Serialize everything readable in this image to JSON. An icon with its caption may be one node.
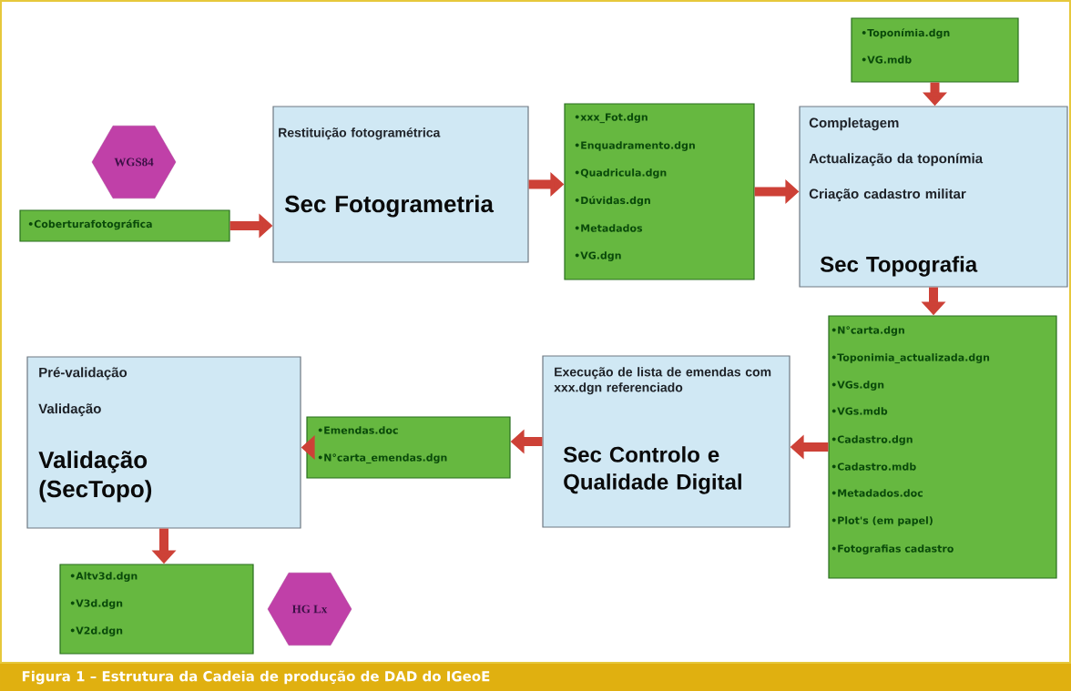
{
  "diagram": {
    "caption": "Figura 1 – Estrutura da Cadeia de produção de DAD do IGeoE",
    "nodes": [
      {
        "text": [
          "WGS84"
        ]
      },
      {
        "text": [
          "•Coberturafotográfica"
        ]
      },
      {
        "text": [
          "Restituição fotogramétrica",
          "Sec Fotogrametria"
        ]
      },
      {
        "text": [
          "•xxx_Fot.dgn",
          "•Enquadramento.dgn",
          "•Quadricula.dgn",
          "•Dúvidas.dgn",
          "•Metadados",
          "•VG.dgn"
        ]
      },
      {
        "text": [
          "•Toponímia.dgn",
          "•VG.mdb"
        ]
      },
      {
        "text": [
          "Completagem",
          "Actualização da toponímia",
          "Criação cadastro militar",
          "Sec Topografia"
        ]
      },
      {
        "text": [
          "•N°carta.dgn",
          "•Toponimia_actualizada.dgn",
          "•VGs.dgn",
          "•VGs.mdb",
          "•Cadastro.dgn",
          "•Cadastro.mdb",
          "•Metadados.doc",
          "•Plot's (em papel)",
          "•Fotografias cadastro"
        ]
      },
      {
        "text": [
          "Execução de lista de emendas com xxx.dgn referenciado",
          "Sec Controlo e Qualidade Digital"
        ]
      },
      {
        "text": [
          "•Emendas.doc",
          "•N°carta_emendas.dgn"
        ]
      },
      {
        "text": [
          "Pré-validação",
          "Validação",
          "Validação (SecTopo)"
        ]
      },
      {
        "text": [
          "•Altv3d.dgn",
          "•V3d.dgn",
          "•V2d.dgn"
        ]
      },
      {
        "text": [
          "HG Lx"
        ]
      }
    ],
    "edges": [
      {
        "from": 1,
        "to": 2,
        "arrow": "to"
      },
      {
        "from": 2,
        "to": 3,
        "arrow": "to"
      },
      {
        "from": 3,
        "to": 5,
        "arrow": "to"
      },
      {
        "from": 4,
        "to": 5,
        "arrow": "to"
      },
      {
        "from": 5,
        "to": 6,
        "arrow": "to"
      },
      {
        "from": 6,
        "to": 7,
        "arrow": "to"
      },
      {
        "from": 7,
        "to": 8,
        "arrow": "to"
      },
      {
        "from": 8,
        "to": 9,
        "arrow": "to"
      },
      {
        "from": 9,
        "to": 10,
        "arrow": "to"
      }
    ]
  }
}
